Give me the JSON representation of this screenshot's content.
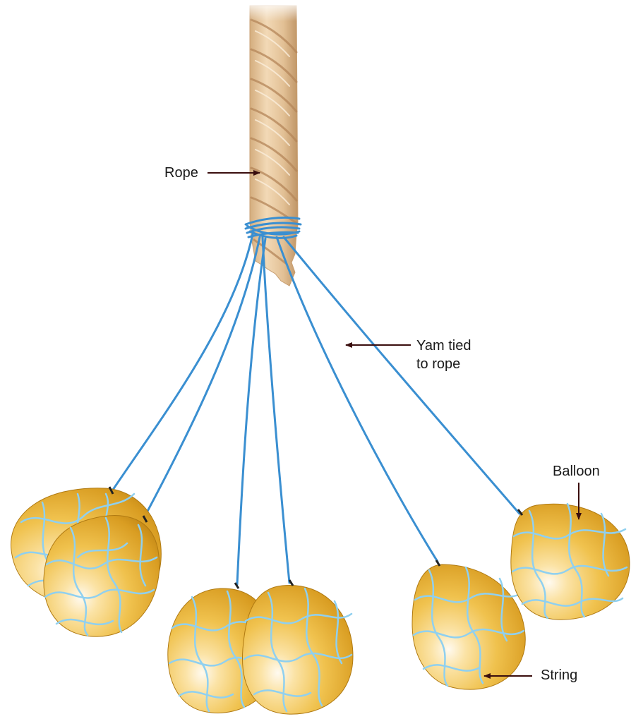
{
  "labels": {
    "rope": "Rope",
    "yarn_line1": "Yam tied",
    "yarn_line2": "to rope",
    "balloon": "Balloon",
    "string": "String"
  },
  "colors": {
    "rope_light": "#e8c9a0",
    "rope_dark": "#c49a6c",
    "yarn": "#3a8fd1",
    "string": "#8fd0f0",
    "balloon_light": "#fff4d6",
    "balloon_mid": "#f0c24e",
    "balloon_dark": "#c98a14",
    "arrow": "#3a0e0e"
  },
  "balloon_count": 6
}
